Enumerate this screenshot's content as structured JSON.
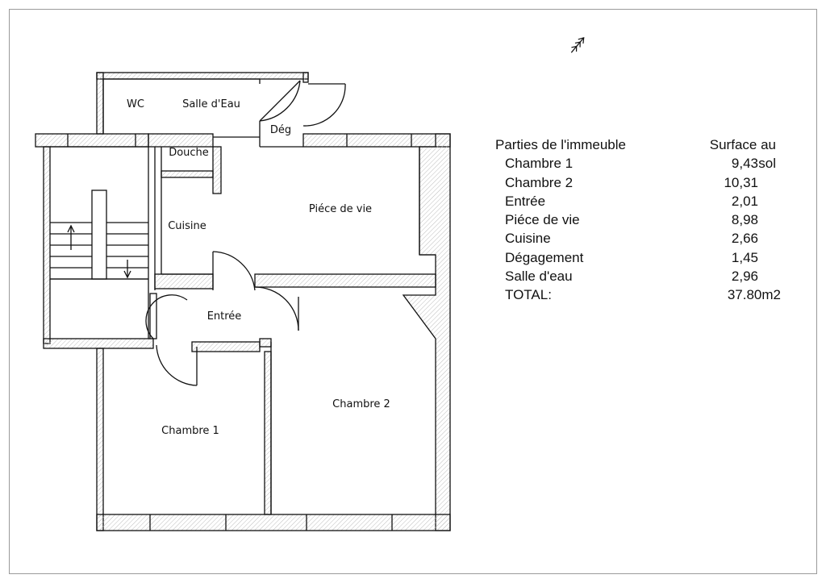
{
  "plan": {
    "rooms": {
      "wc": "WC",
      "salle_eau": "Salle d'Eau",
      "deg": "Dég",
      "douche": "Douche",
      "cuisine": "Cuisine",
      "piece_de_vie": "Piéce de vie",
      "entree": "Entrée",
      "chambre1": "Chambre 1",
      "chambre2": "Chambre 2"
    },
    "north_arrow_icon": "north-arrow-icon"
  },
  "table": {
    "header_left": "Parties de l'immeuble",
    "header_right": "Surface au sol",
    "rows": [
      {
        "name": "Chambre 1",
        "value": "9,43"
      },
      {
        "name": "Chambre 2",
        "value": "10,31"
      },
      {
        "name": "Entrée",
        "value": "2,01"
      },
      {
        "name": "Piéce de vie",
        "value": "8,98"
      },
      {
        "name": "Cuisine",
        "value": "2,66"
      },
      {
        "name": "Dégagement",
        "value": "1,45"
      },
      {
        "name": "Salle d'eau",
        "value": "2,96"
      }
    ],
    "total_label": "TOTAL:",
    "total_value": "37.80m2"
  },
  "colors": {
    "wall": "#111111",
    "hatch": "#b5b5b5",
    "frame": "#9a9a9a"
  }
}
